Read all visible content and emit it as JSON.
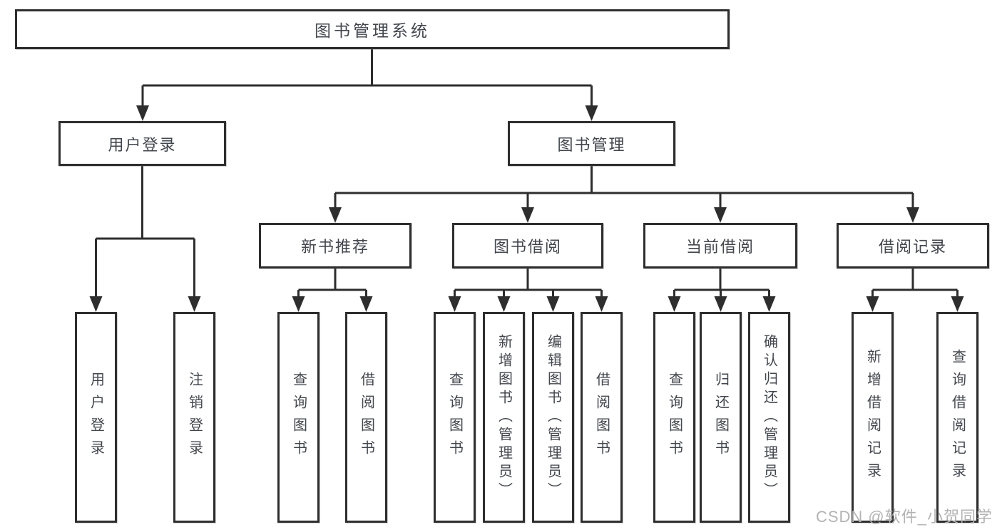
{
  "tree": {
    "label": "图书管理系统",
    "children": [
      {
        "label": "用户登录",
        "children": [
          {
            "label": "用户登录"
          },
          {
            "label": "注销登录"
          }
        ]
      },
      {
        "label": "图书管理",
        "children": [
          {
            "label": "新书推荐",
            "children": [
              {
                "label": "查询图书"
              },
              {
                "label": "借阅图书"
              }
            ]
          },
          {
            "label": "图书借阅",
            "children": [
              {
                "label": "查询图书"
              },
              {
                "label": "新增图书（管理员）"
              },
              {
                "label": "编辑图书（管理员）"
              },
              {
                "label": "借阅图书"
              }
            ]
          },
          {
            "label": "当前借阅",
            "children": [
              {
                "label": "查询图书"
              },
              {
                "label": "归还图书"
              },
              {
                "label": "确认归还（管理员）"
              }
            ]
          },
          {
            "label": "借阅记录",
            "children": [
              {
                "label": "新增借阅记录"
              },
              {
                "label": "查询借阅记录"
              }
            ]
          }
        ]
      }
    ]
  },
  "watermark": {
    "text": "CSDN @软件_小贺同学"
  },
  "colors": {
    "line": "#2e2e2e",
    "text": "#42464d",
    "watermark": "#b3b3b3",
    "background": "#ffffff"
  }
}
